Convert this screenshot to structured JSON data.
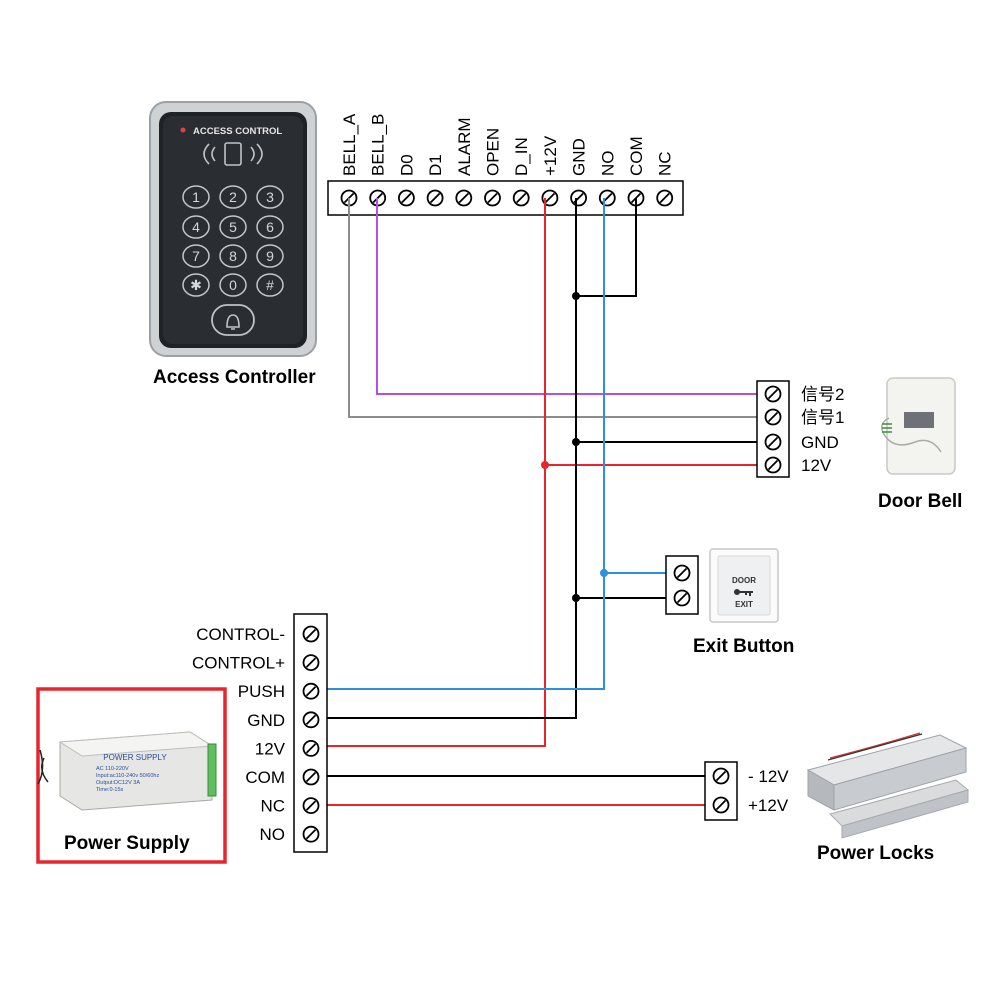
{
  "controller": {
    "caption": "Access Controller",
    "brand": "ACCESS CONTROL",
    "keys": [
      "1",
      "2",
      "3",
      "4",
      "5",
      "6",
      "7",
      "8",
      "9",
      "✱",
      "0",
      "#"
    ],
    "terminals": [
      "BELL_A",
      "BELL_B",
      "D0",
      "D1",
      "ALARM",
      "OPEN",
      "D_IN",
      "+12V",
      "GND",
      "NO",
      "COM",
      "NC"
    ]
  },
  "door_bell": {
    "caption": "Door Bell",
    "terminals": [
      "信号2",
      "信号1",
      "GND",
      "12V"
    ]
  },
  "exit_button": {
    "caption": "Exit Button",
    "face_line1": "DOOR",
    "face_line2": "EXIT"
  },
  "power_supply": {
    "caption": "Power Supply",
    "terminals": [
      "CONTROL-",
      "CONTROL+",
      "PUSH",
      "GND",
      "12V",
      "COM",
      "NC",
      "NO"
    ],
    "label_title": "POWER SUPPLY",
    "label_lines": [
      "AC 110-220V",
      "Input:ac110-240v  50/60hz",
      "Output:DC12V 3A",
      "Time:0-15s"
    ]
  },
  "power_locks": {
    "caption": "Power Locks",
    "terminals": [
      "- 12V",
      "+12V"
    ]
  },
  "colors": {
    "wire_gray": "#8c8c8c",
    "wire_purple": "#b44fe0",
    "wire_red": "#e8252b",
    "wire_blue": "#2e8fe0",
    "wire_black": "#000000",
    "highlight_frame": "#e8252b"
  }
}
